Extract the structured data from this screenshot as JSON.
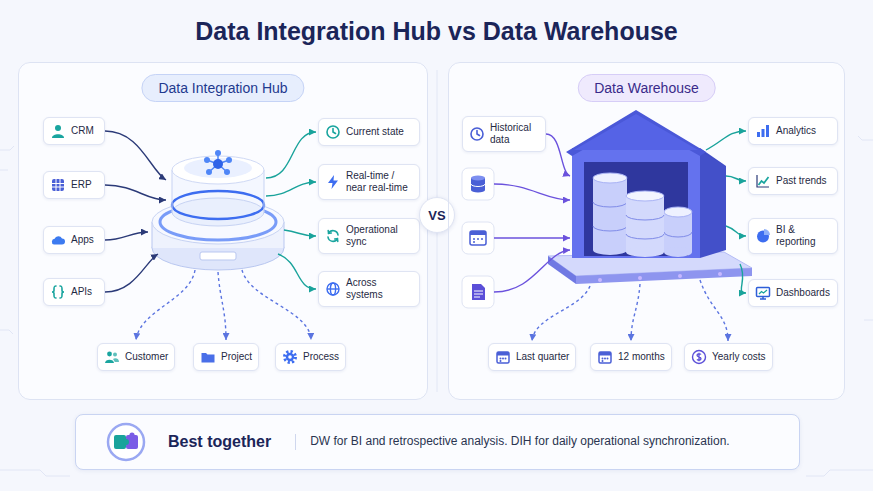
{
  "diagram": {
    "title": "Data Integration Hub vs Data Warehouse",
    "nodes": [
      {
        "text": [
          "Data Integration Hub"
        ]
      },
      {
        "text": [
          "CRM"
        ],
        "in": 0
      },
      {
        "text": [
          "ERP"
        ],
        "in": 0
      },
      {
        "text": [
          "Apps"
        ],
        "in": 0
      },
      {
        "text": [
          "APIs"
        ],
        "in": 0
      },
      {
        "text": [
          "Current state"
        ],
        "in": 0
      },
      {
        "text": [
          "Real-time / near real-time"
        ],
        "in": 0
      },
      {
        "text": [
          "Operational sync"
        ],
        "in": 0
      },
      {
        "text": [
          "Across systems"
        ],
        "in": 0
      },
      {
        "text": [
          "Customer"
        ],
        "in": 0
      },
      {
        "text": [
          "Project"
        ],
        "in": 0
      },
      {
        "text": [
          "Process"
        ],
        "in": 0
      },
      {
        "text": [
          "VS"
        ]
      },
      {
        "text": [
          "Data Warehouse"
        ]
      },
      {
        "text": [
          "Historical data"
        ],
        "in": 13
      },
      {
        "text": [
          "Analytics"
        ],
        "in": 13
      },
      {
        "text": [
          "Past trends"
        ],
        "in": 13
      },
      {
        "text": [
          "BI & reporting"
        ],
        "in": 13
      },
      {
        "text": [
          "Dashboards"
        ],
        "in": 13
      },
      {
        "text": [
          "Last quarter"
        ],
        "in": 13
      },
      {
        "text": [
          "12 months"
        ],
        "in": 13
      },
      {
        "text": [
          "Yearly costs"
        ],
        "in": 13
      },
      {
        "text": [
          "Best together",
          "DW for BI and retrospective analysis. DIH for daily operational synchronization."
        ]
      }
    ]
  }
}
